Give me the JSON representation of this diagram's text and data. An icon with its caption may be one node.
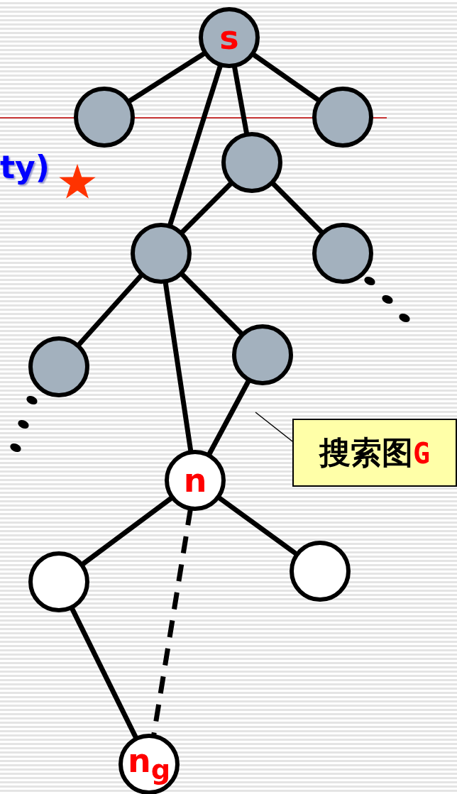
{
  "diagram": {
    "nodes": [
      {
        "text": [
          "s"
        ]
      },
      {
        "text": [],
        "shape": "circle"
      },
      {
        "text": [],
        "shape": "circle"
      },
      {
        "text": [],
        "shape": "circle"
      },
      {
        "text": [],
        "shape": "circle"
      },
      {
        "text": [],
        "shape": "circle"
      },
      {
        "text": [],
        "shape": "circle"
      },
      {
        "text": [],
        "shape": "circle"
      },
      {
        "text": [
          "n"
        ]
      },
      {
        "text": [],
        "shape": "circle"
      },
      {
        "text": [],
        "shape": "circle"
      },
      {
        "text": [
          "n$_{g}$"
        ]
      },
      {
        "text": [
          "搜索图",
          "G"
        ]
      }
    ],
    "edges": [
      {
        "from": 0,
        "to": 1,
        "arrow": "none"
      },
      {
        "from": 0,
        "to": 2,
        "arrow": "none"
      },
      {
        "from": 0,
        "to": 4,
        "arrow": "none"
      },
      {
        "from": 0,
        "to": 3,
        "arrow": "none"
      },
      {
        "from": 3,
        "to": 4,
        "arrow": "none"
      },
      {
        "from": 3,
        "to": 5,
        "arrow": "none"
      },
      {
        "from": 4,
        "to": 6,
        "arrow": "none"
      },
      {
        "from": 4,
        "to": 8,
        "arrow": "none"
      },
      {
        "from": 4,
        "to": 7,
        "arrow": "none"
      },
      {
        "from": 7,
        "to": 8,
        "arrow": "none"
      },
      {
        "from": 8,
        "to": 9,
        "arrow": "none"
      },
      {
        "from": 8,
        "to": 10,
        "arrow": "none"
      },
      {
        "from": 9,
        "to": 11,
        "arrow": "none"
      },
      {
        "from": 8,
        "to": 11,
        "arrow": "none",
        "style": "dashed"
      },
      {
        "from": 12,
        "to": null,
        "arrow": "none"
      }
    ],
    "labels": [
      "ty)"
    ]
  }
}
